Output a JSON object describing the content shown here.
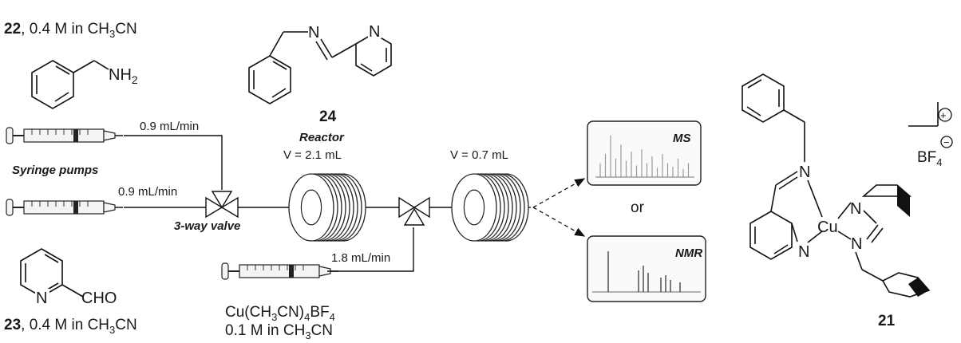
{
  "amine": {
    "number": "22",
    "desc": ", 0.4 M in CH",
    "sub": "3",
    "tail": "CN"
  },
  "aldehyde": {
    "number": "23",
    "desc": ", 0.4 M in CH",
    "sub": "3",
    "tail": "CN"
  },
  "imine": {
    "number": "24"
  },
  "complex": {
    "number": "21",
    "metal": "Cu",
    "anion": "BF",
    "anion_sub": "4",
    "cation_sign": "+",
    "anion_sign": "−"
  },
  "atoms": {
    "N": "N",
    "NH": "NH",
    "NH_sub": "2",
    "CHO": "CHO"
  },
  "pumps": {
    "label": "Syringe pumps",
    "flow_top": "0.9 mL/min",
    "flow_bottom": "0.9 mL/min",
    "flow_copper": "1.8 mL/min"
  },
  "valve": {
    "label": "3-way valve"
  },
  "reactor": {
    "label": "Reactor",
    "volume": "V = 2.1 mL"
  },
  "coil2": {
    "volume": "V = 0.7 mL"
  },
  "copper_reagent": {
    "line1": "Cu(CH",
    "line1_sub1": "3",
    "line1_mid": "CN)",
    "line1_sub2": "4",
    "line1_tail": "BF",
    "line1_sub3": "4",
    "line2": "0.1 M in CH",
    "line2_sub": "3",
    "line2_tail": "CN"
  },
  "analysis": {
    "ms": "MS",
    "nmr": "NMR",
    "or": "or"
  }
}
